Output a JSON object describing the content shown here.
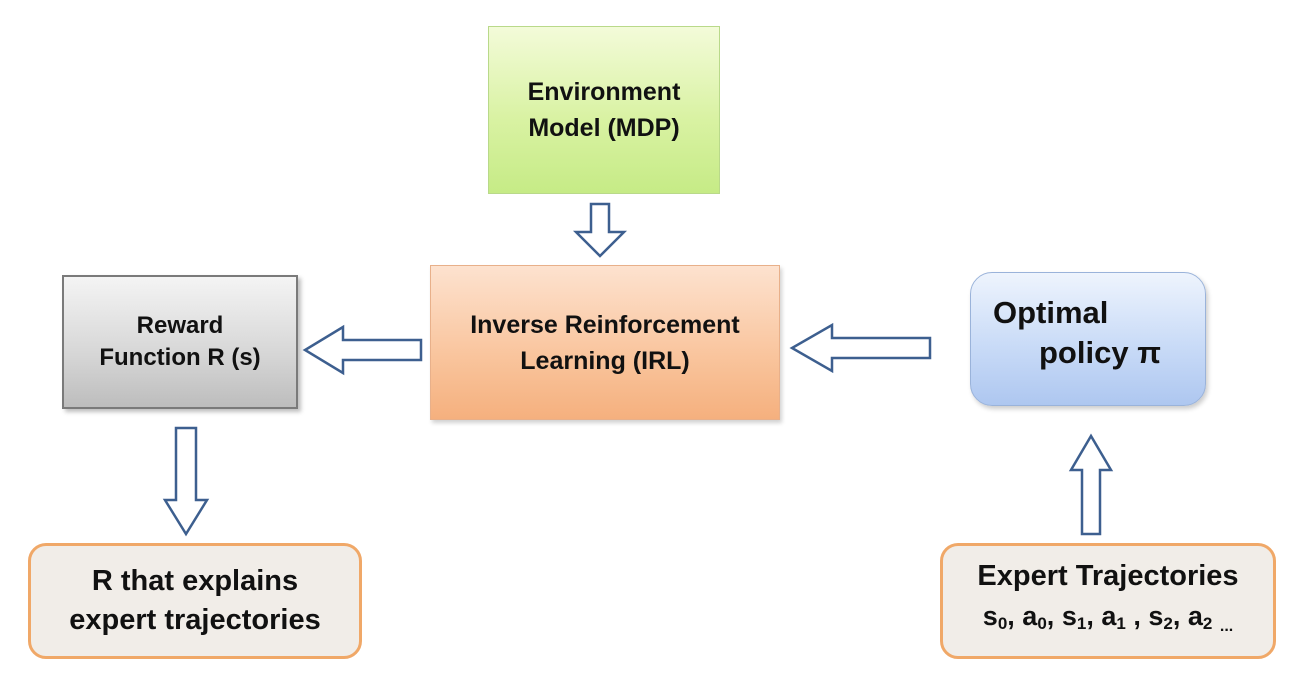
{
  "nodes": {
    "environment_model": {
      "line1": "Environment",
      "line2": "Model (MDP)",
      "fill": "#d9f2a3"
    },
    "irl": {
      "line1": "Inverse Reinforcement",
      "line2": "Learning (IRL)",
      "fill": "#f9c49c"
    },
    "reward_function": {
      "line1": "Reward",
      "line2": "Function R (s)",
      "fill": "#d6d6d6"
    },
    "optimal_policy": {
      "line1": "Optimal",
      "line2": "policy π",
      "fill": "#c9dbf7"
    },
    "r_explains": {
      "line1": "R that explains",
      "line2": "expert trajectories",
      "fill": "#f1ede8"
    },
    "expert_trajectories": {
      "title": "Expert Trajectories",
      "seq": {
        "s": "s",
        "a": "a",
        "sub0": "0",
        "sub1": "1",
        "sub2": "2",
        "dots": "..."
      },
      "fill": "#f1ede8"
    }
  },
  "edges": [
    {
      "from": "environment_model",
      "to": "irl",
      "direction": "down"
    },
    {
      "from": "irl",
      "to": "reward_function",
      "direction": "left"
    },
    {
      "from": "optimal_policy",
      "to": "irl",
      "direction": "left"
    },
    {
      "from": "reward_function",
      "to": "r_explains",
      "direction": "down"
    },
    {
      "from": "expert_trajectories",
      "to": "optimal_policy",
      "direction": "up"
    }
  ],
  "colors": {
    "arrow_stroke": "#3d5f8f",
    "box_border_orange": "#f0a868"
  }
}
